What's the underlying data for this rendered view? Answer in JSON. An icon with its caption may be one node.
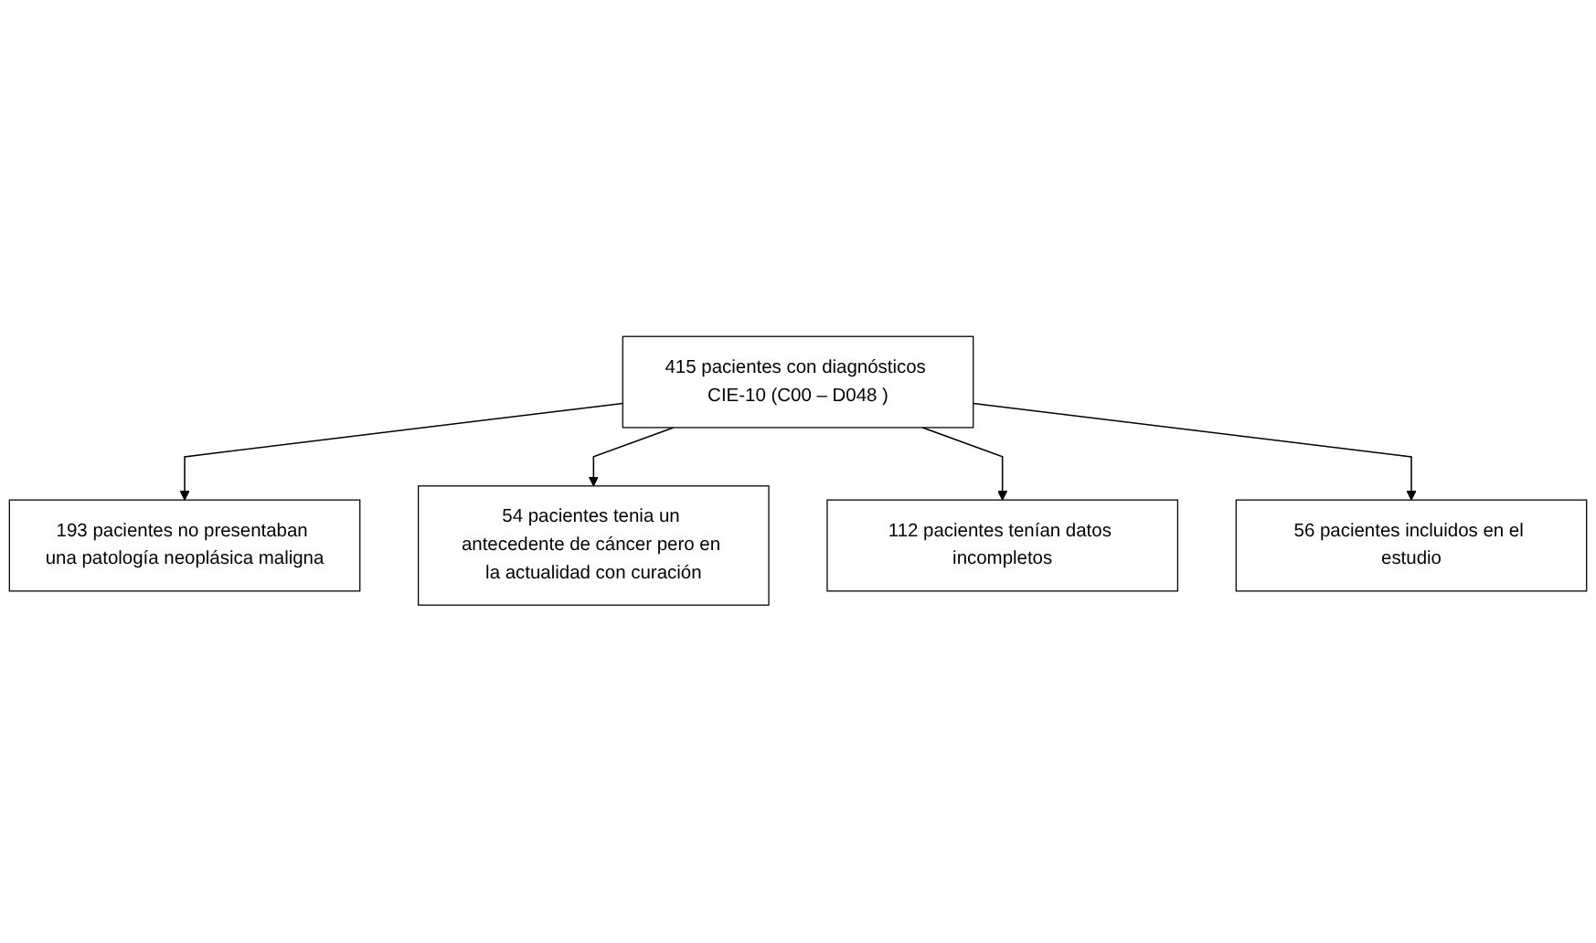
{
  "diagram": {
    "nodes": [
      {
        "text": [
          "415 pacientes con diagnósticos CIE-10 (C00 – D048 )"
        ]
      },
      {
        "text": [
          "193 pacientes no presentaban una patología neoplásica maligna"
        ]
      },
      {
        "text": [
          "54 pacientes tenia un antecedente de cáncer pero en la actualidad con curación"
        ]
      },
      {
        "text": [
          "112 pacientes tenían datos incompletos"
        ]
      },
      {
        "text": [
          "56 pacientes incluidos en el estudio"
        ]
      }
    ],
    "edges": [
      {
        "from": 0,
        "to": 1,
        "arrow": "to"
      },
      {
        "from": 0,
        "to": 2,
        "arrow": "to"
      },
      {
        "from": 0,
        "to": 3,
        "arrow": "to"
      },
      {
        "from": 0,
        "to": 4,
        "arrow": "to"
      }
    ]
  }
}
